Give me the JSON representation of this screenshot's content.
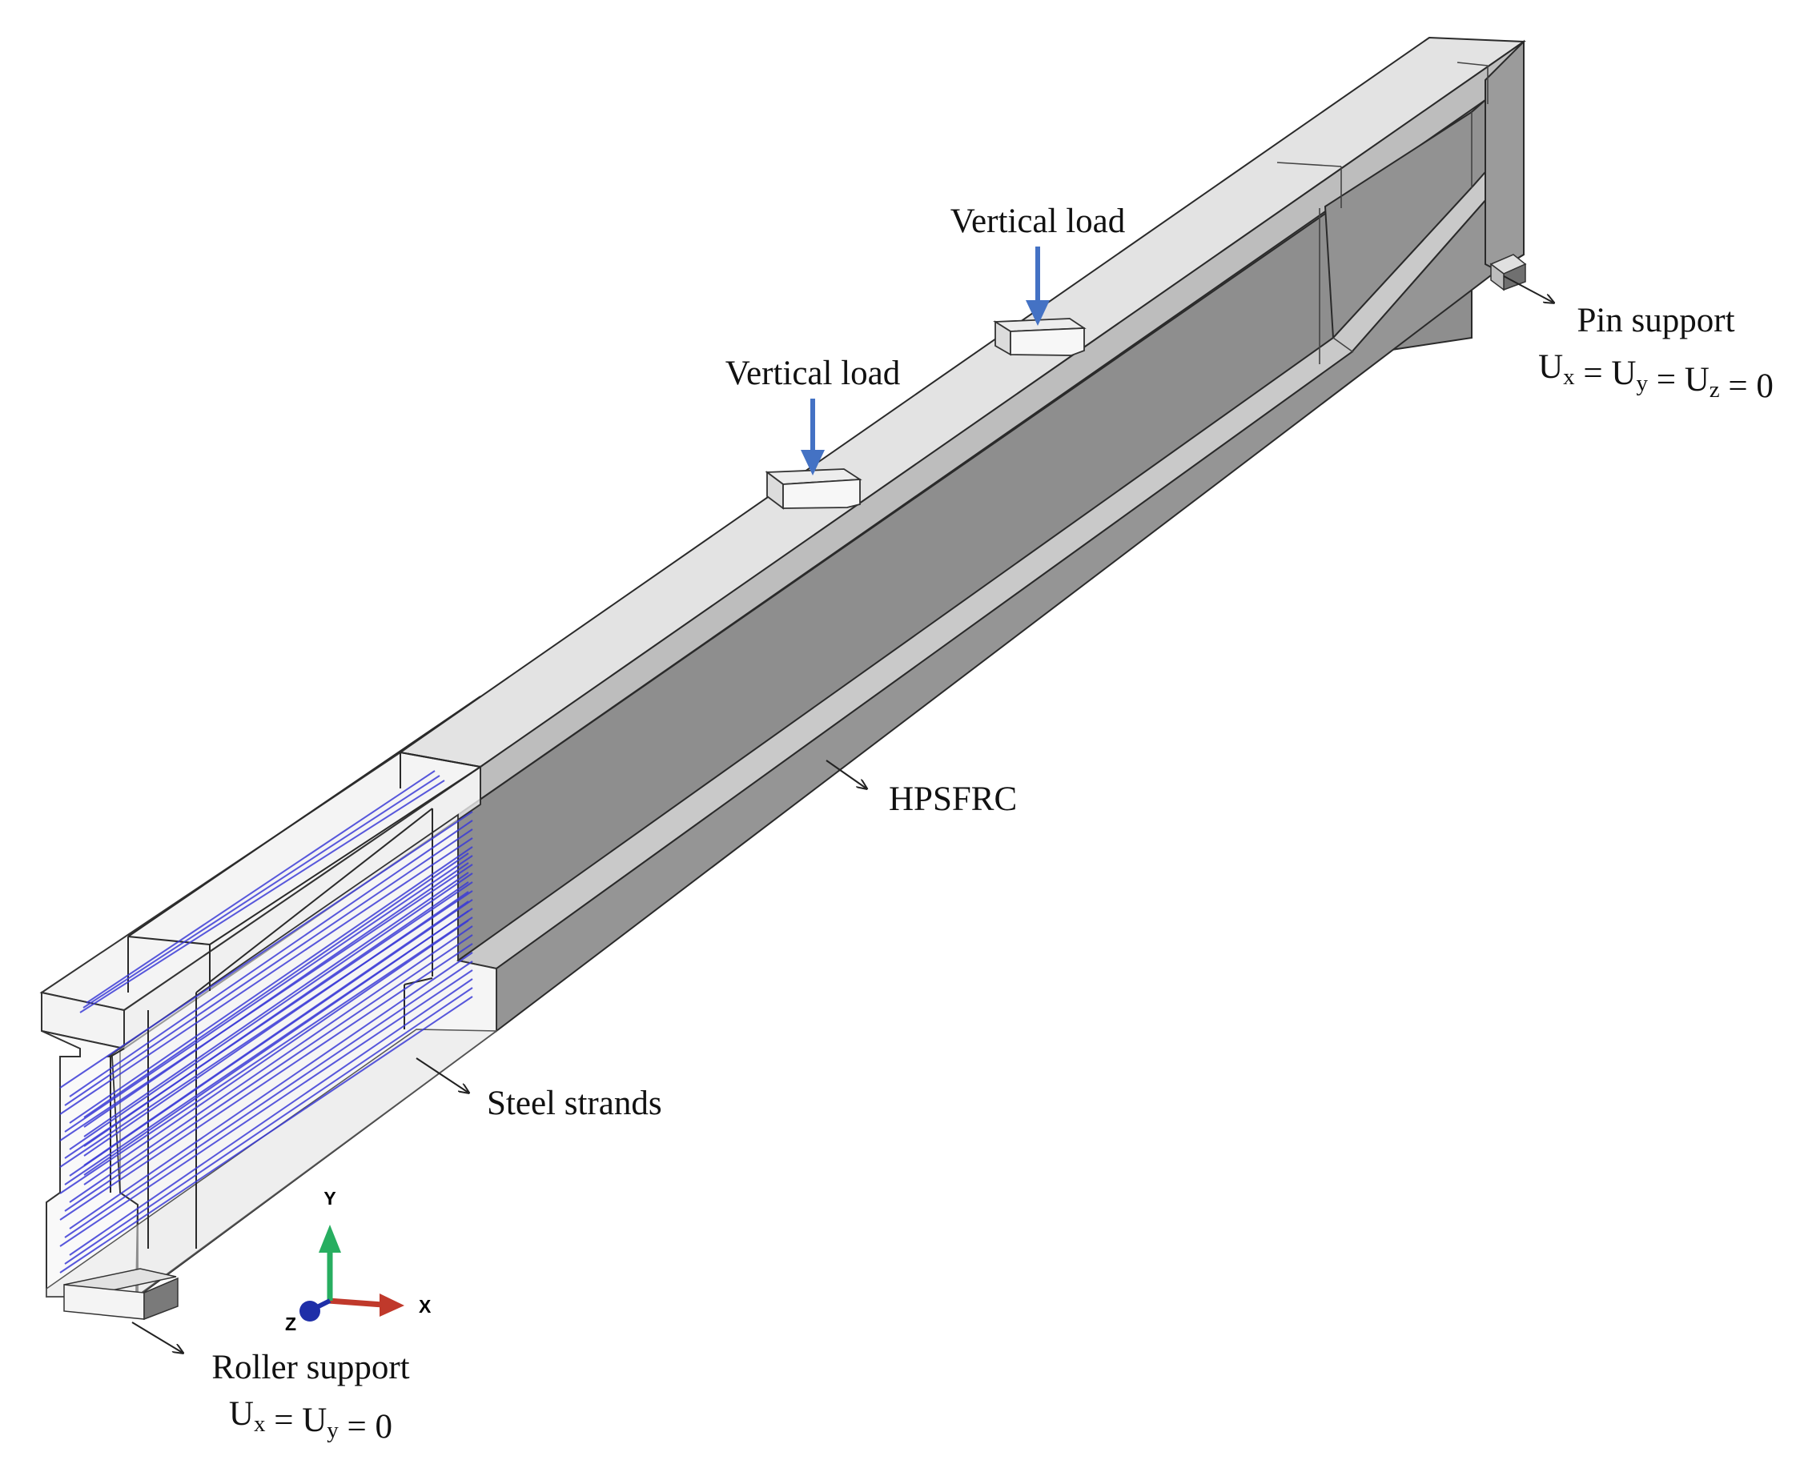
{
  "labels": {
    "vertical_load_1": "Vertical load",
    "vertical_load_2": "Vertical load",
    "hpsfrc": "HPSFRC",
    "steel_strands": "Steel strands",
    "pin_support": "Pin support",
    "roller_support": "Roller support",
    "axis_x": "X",
    "axis_y": "Y",
    "axis_z": "Z"
  },
  "equations": {
    "pin": [
      {
        "main": "U",
        "sub": "x"
      },
      {
        "main": " = U",
        "sub": "y"
      },
      {
        "main": " = U",
        "sub": "z"
      },
      {
        "main": " = 0",
        "sub": ""
      }
    ],
    "roller": [
      {
        "main": "U",
        "sub": "x"
      },
      {
        "main": " = U",
        "sub": "y"
      },
      {
        "main": " = 0",
        "sub": ""
      }
    ]
  },
  "colors": {
    "load_arrow": "#4472c4",
    "strands": "#3b3bd6",
    "web_face": "#8e8e8e",
    "flange_top": "#e6e6e6",
    "axis_x": "#c0392b",
    "axis_y": "#27ae60",
    "axis_z": "#1f2fa8"
  }
}
